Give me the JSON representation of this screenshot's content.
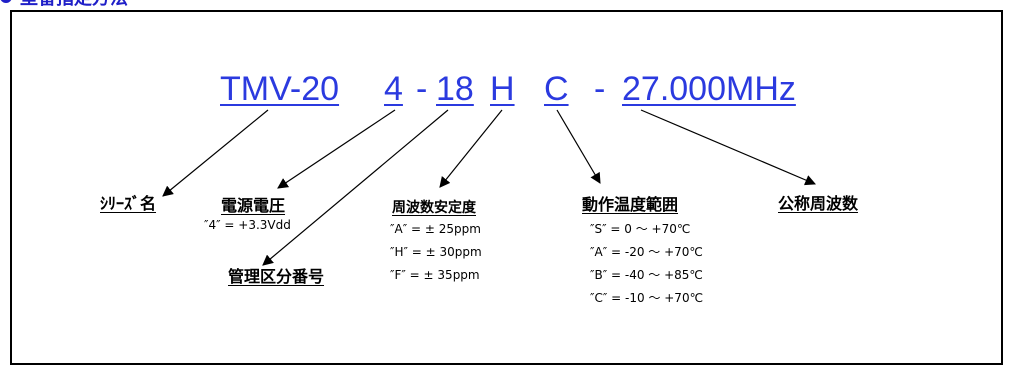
{
  "heading": {
    "text": "型番指定方法",
    "color": "#1f1fc8"
  },
  "part_number": {
    "color": "#2b3adf",
    "segments": {
      "series": "TMV-20",
      "voltage": "4",
      "dash1": "-",
      "mgmt": "18",
      "stability": "H",
      "temp": "C",
      "dash2": "-",
      "freq": "27.000MHz"
    }
  },
  "fields": {
    "series": {
      "label": "ｼﾘｰｽﾞ名"
    },
    "voltage": {
      "label": "電源電圧",
      "options": [
        "″4″ = +3.3Vdd"
      ]
    },
    "mgmt": {
      "label": "管理区分番号"
    },
    "stability": {
      "label": "周波数安定度",
      "options": [
        "″A″ = ± 25ppm",
        "″H″ = ± 30ppm",
        "″F″ = ± 35ppm"
      ]
    },
    "temp": {
      "label": "動作温度範囲",
      "options": [
        "″S″ = 0 ～ +70℃",
        "″A″ = -20 ～ +70℃",
        "″B″ = -40 ～ +85℃",
        "″C″ = -10 ～ +70℃"
      ]
    },
    "freq": {
      "label": "公称周波数"
    }
  }
}
